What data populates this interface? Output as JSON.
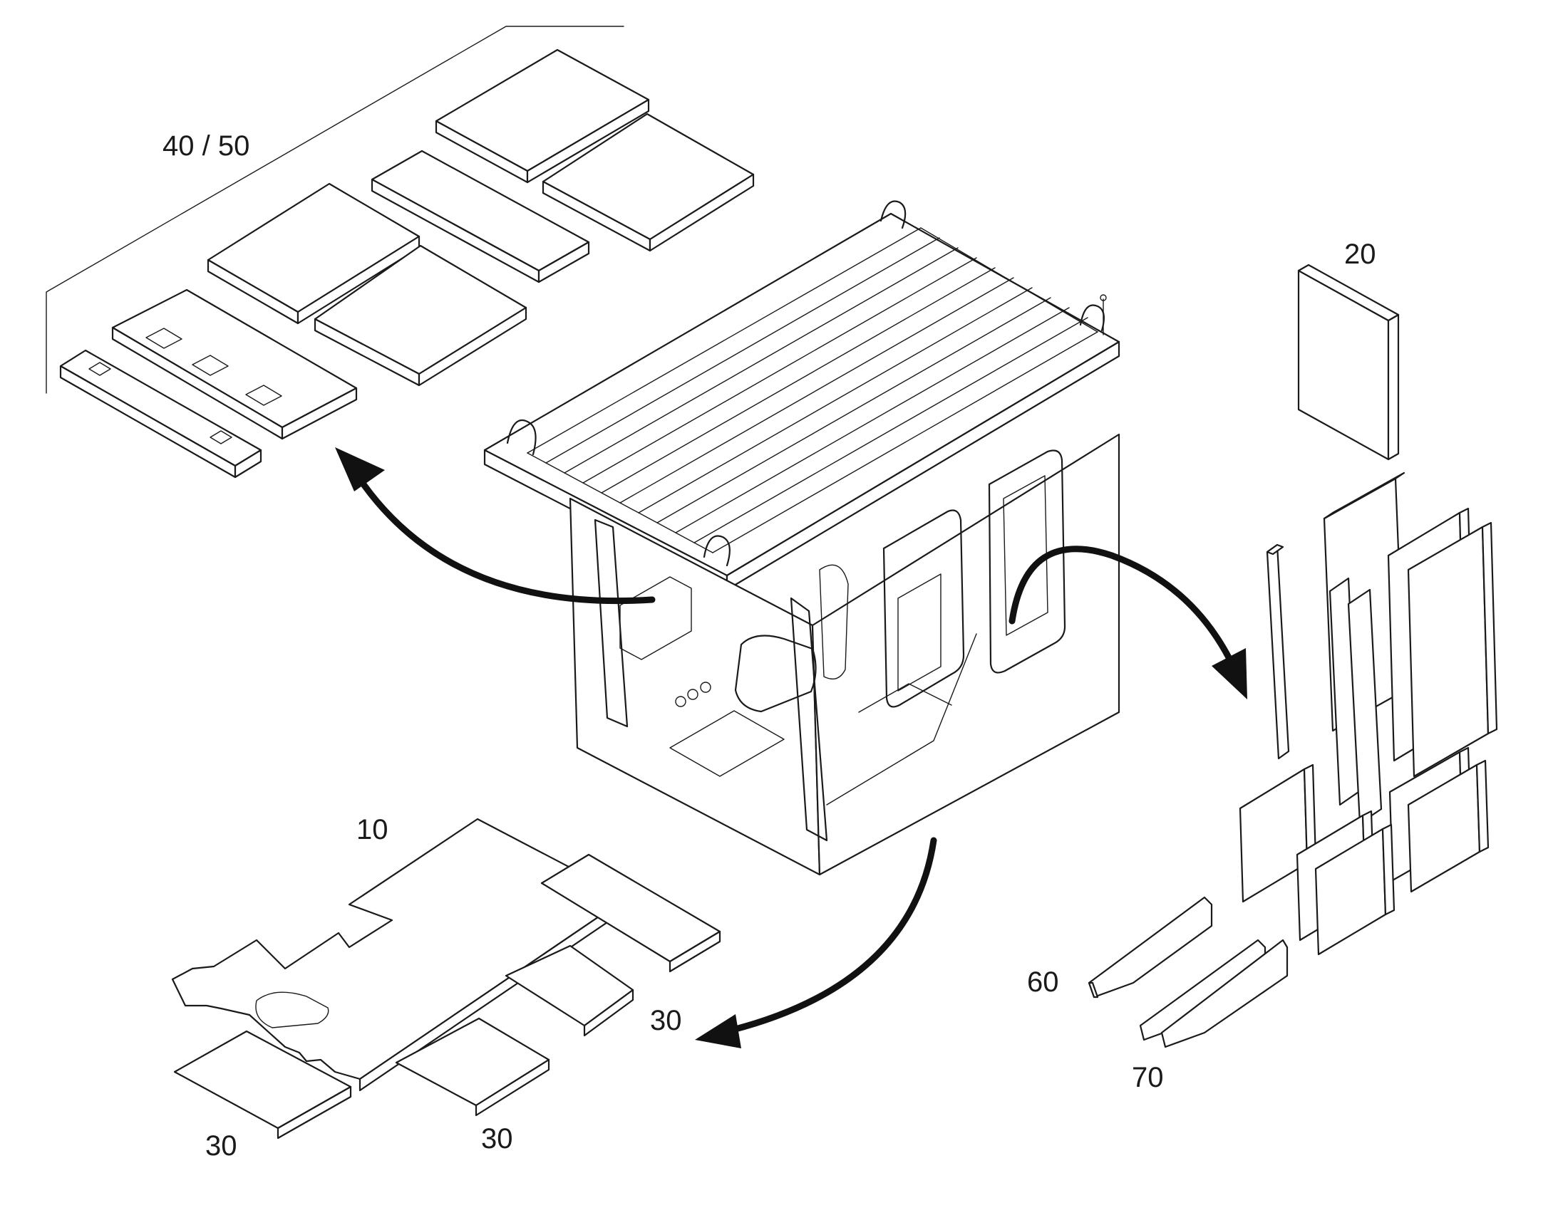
{
  "diagram": {
    "labels": {
      "panel_roof": "40 / 50",
      "panel_rear": "20",
      "panel_floor": "10",
      "panel_floor_side_right": "30",
      "panel_floor_side_left": "30",
      "panel_floor_side_bottom": "30",
      "panel_wedge_front": "60",
      "panel_wedge_rear": "70"
    },
    "colors": {
      "line": "#1a1a1a",
      "arrow": "#111111",
      "background": "#ffffff"
    }
  }
}
